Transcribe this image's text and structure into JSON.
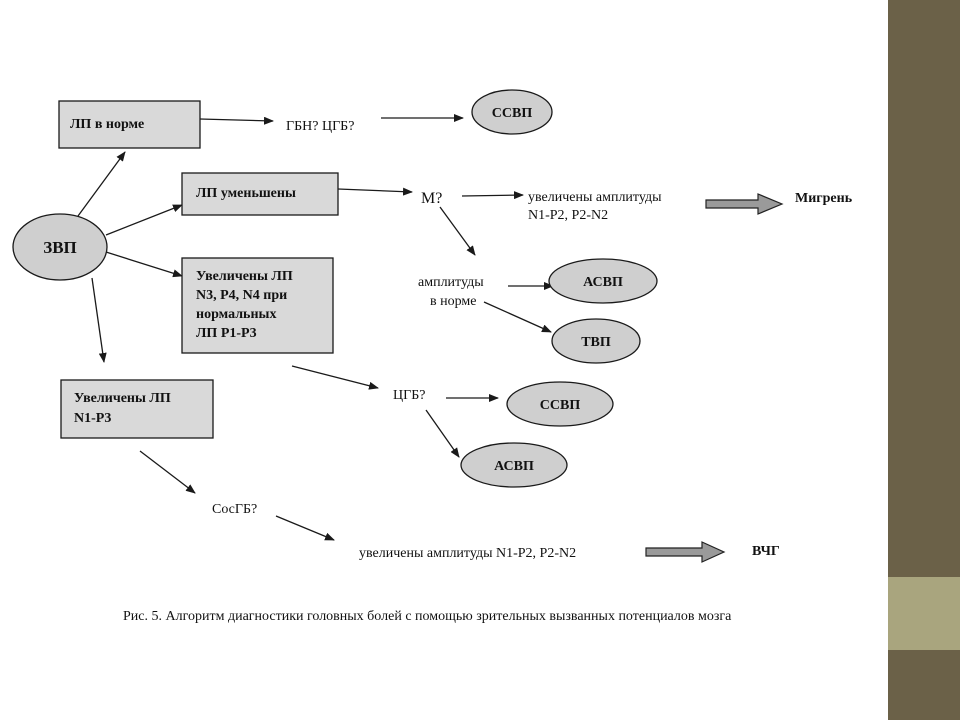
{
  "colors": {
    "sidebar_dark": "#6b6148",
    "sidebar_light": "#a9a57e",
    "node_fill": "#d9d9d9",
    "ellipse_fill": "#cfcfcf",
    "block_arrow": "#9a9a9a"
  },
  "nodes": {
    "zvp": "ЗВП",
    "lp_norm": "ЛП в норме",
    "lp_decreased": "ЛП уменьшены",
    "lp_increased_n3": [
      "Увеличены ЛП",
      "N3, P4, N4 при",
      "нормальных",
      "ЛП Р1-Р3"
    ],
    "lp_increased_n1": [
      "Увеличены ЛП",
      "N1-P3"
    ],
    "gbn_cgb": "ГБН? ЦГБ?",
    "m_q": "М?",
    "ampl_increased": [
      "увеличены амплитуды",
      "N1-P2, P2-N2"
    ],
    "ampl_normal": [
      "амплитуды",
      "в норме"
    ],
    "cgb_q": "ЦГБ?",
    "socgb_q": "СосГБ?",
    "ampl_increased_long": "увеличены амплитуды N1-P2, P2-N2",
    "migraine": "Мигрень",
    "vchg": "ВЧГ",
    "ssvp_1": "ССВП",
    "asvp_1": "АСВП",
    "tvp": "ТВП",
    "ssvp_2": "ССВП",
    "asvp_2": "АСВП"
  },
  "caption": "Рис. 5. Алгоритм диагностики головных болей с помощью зрительных вызванных потенциалов мозга"
}
